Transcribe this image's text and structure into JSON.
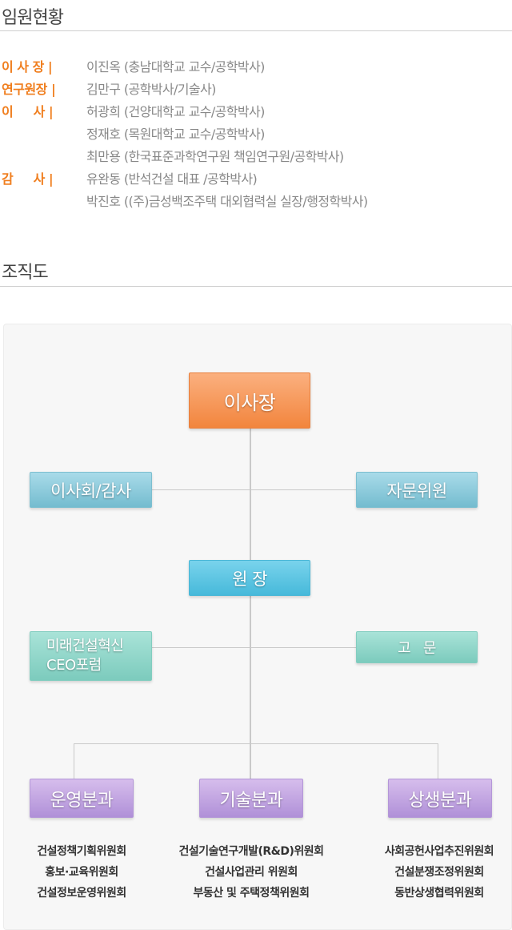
{
  "executives_section": {
    "title": "임원현황",
    "rows": [
      {
        "role": "이 사 장 |",
        "person": "이진옥 (충남대학교 교수/공학박사)"
      },
      {
        "role": "연구원장 |",
        "person": "김만구 (공학박사/기술사)"
      },
      {
        "role": "이     사 |",
        "person": "허광희 (건양대학교 교수/공학박사)"
      },
      {
        "role": "",
        "person": "정재호 (목원대학교 교수/공학박사)"
      },
      {
        "role": "",
        "person": "최만용 (한국표준과학연구원 책임연구원/공학박사)"
      },
      {
        "role": "감     사 |",
        "person": "유완동 (반석건설 대표 /공학박사)"
      },
      {
        "role": "",
        "person": "박진호 ((주)금성백조주택 대외협력실 실장/행정학박사)"
      }
    ]
  },
  "org_section": {
    "title": "조직도",
    "chairman": "이사장",
    "board": "이사회/감사",
    "advisory_committee": "자문위원",
    "director": "원 장",
    "forum_line1": "미래건설혁신",
    "forum_line2": "CEO포럼",
    "advisor": "고   문",
    "divisions": [
      {
        "name": "운영분과",
        "committees": [
          "건설정책기획위원회",
          "홍보·교육위원회",
          "건설정보운영위원회"
        ]
      },
      {
        "name": "기술분과",
        "committees": [
          "건설기술연구개발(R&D)위원회",
          "건설사업관리 위원회",
          "부동산 및 주택정책위원회"
        ]
      },
      {
        "name": "상생분과",
        "committees": [
          "사회공헌사업추진위원회",
          "건설분쟁조정위원회",
          "동반상생협력위원회"
        ]
      }
    ]
  }
}
